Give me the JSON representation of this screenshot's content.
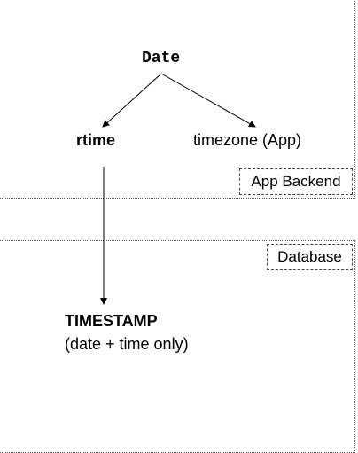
{
  "regions": {
    "app_backend": "App Backend",
    "database": "Database"
  },
  "nodes": {
    "date": "Date",
    "rtime": "rtime",
    "timezone": "timezone (App)",
    "timestamp": "TIMESTAMP",
    "timestamp_note": "(date + time only)"
  }
}
